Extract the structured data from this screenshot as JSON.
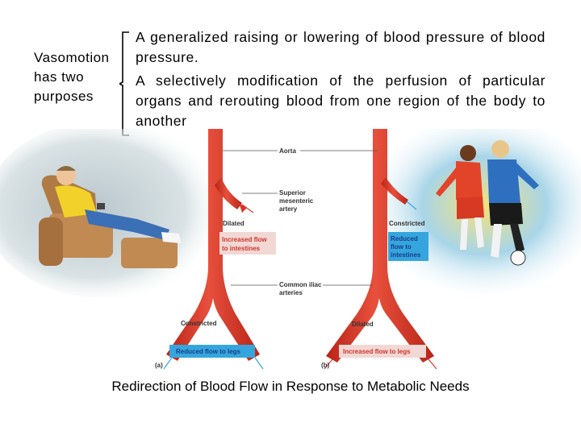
{
  "heading": {
    "lines": [
      "Vasomotion",
      "has two",
      "purposes"
    ]
  },
  "points": [
    "A generalized raising or lowering of blood pressure of blood pressure.",
    "A selectively modification of the perfusion of particular organs and rerouting blood from one region of the body to another"
  ],
  "figure": {
    "labels": {
      "aorta": "Aorta",
      "sma_1": "Superior",
      "sma_2": "mesenteric",
      "sma_3": "artery",
      "dilated_a": "Dilated",
      "constricted_b": "Constricted",
      "iliac_1": "Common iliac",
      "iliac_2": "arteries",
      "constricted_a": "Constricted",
      "dilated_b": "Dilated",
      "panel_a": "(a)",
      "panel_b": "(b)"
    },
    "boxes": {
      "a_intestines_1": "Increased flow",
      "a_intestines_2": "to intestines",
      "b_intestines_1": "Reduced",
      "b_intestines_2": "flow to",
      "b_intestines_3": "intestines",
      "a_legs": "Reduced flow to legs",
      "b_legs": "Increased flow to legs"
    },
    "colors": {
      "artery": "#d8382a",
      "increased_box": "#f2d8d4",
      "increased_text": "#d0342a",
      "reduced_box": "#35a6dd",
      "reduced_text": "#1a3c8a"
    }
  },
  "caption": "Redirection of Blood Flow in Response to Metabolic Needs"
}
